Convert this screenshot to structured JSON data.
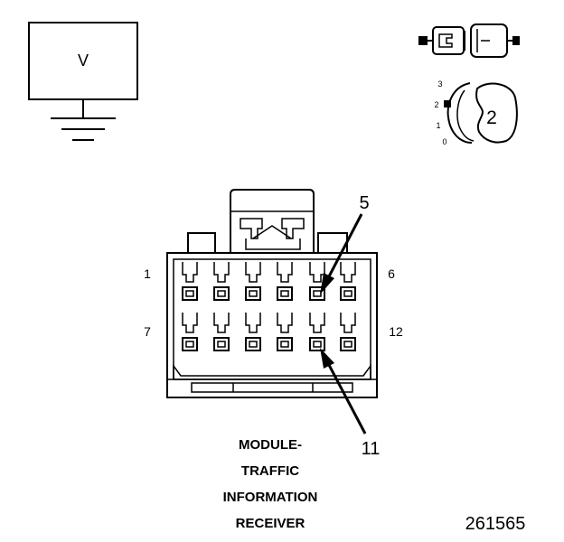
{
  "meter": {
    "symbol": "V"
  },
  "ignition": {
    "positions": [
      "3",
      "2",
      "1",
      "0"
    ],
    "step": "2"
  },
  "connector": {
    "pin_labels": {
      "top_left": "1",
      "top_right": "6",
      "bottom_left": "7",
      "bottom_right": "12"
    },
    "callouts": {
      "upper": "5",
      "lower": "11"
    }
  },
  "component": {
    "name_lines": [
      "MODULE-",
      "TRAFFIC",
      "INFORMATION",
      "RECEIVER"
    ]
  },
  "figure_id": "261565"
}
